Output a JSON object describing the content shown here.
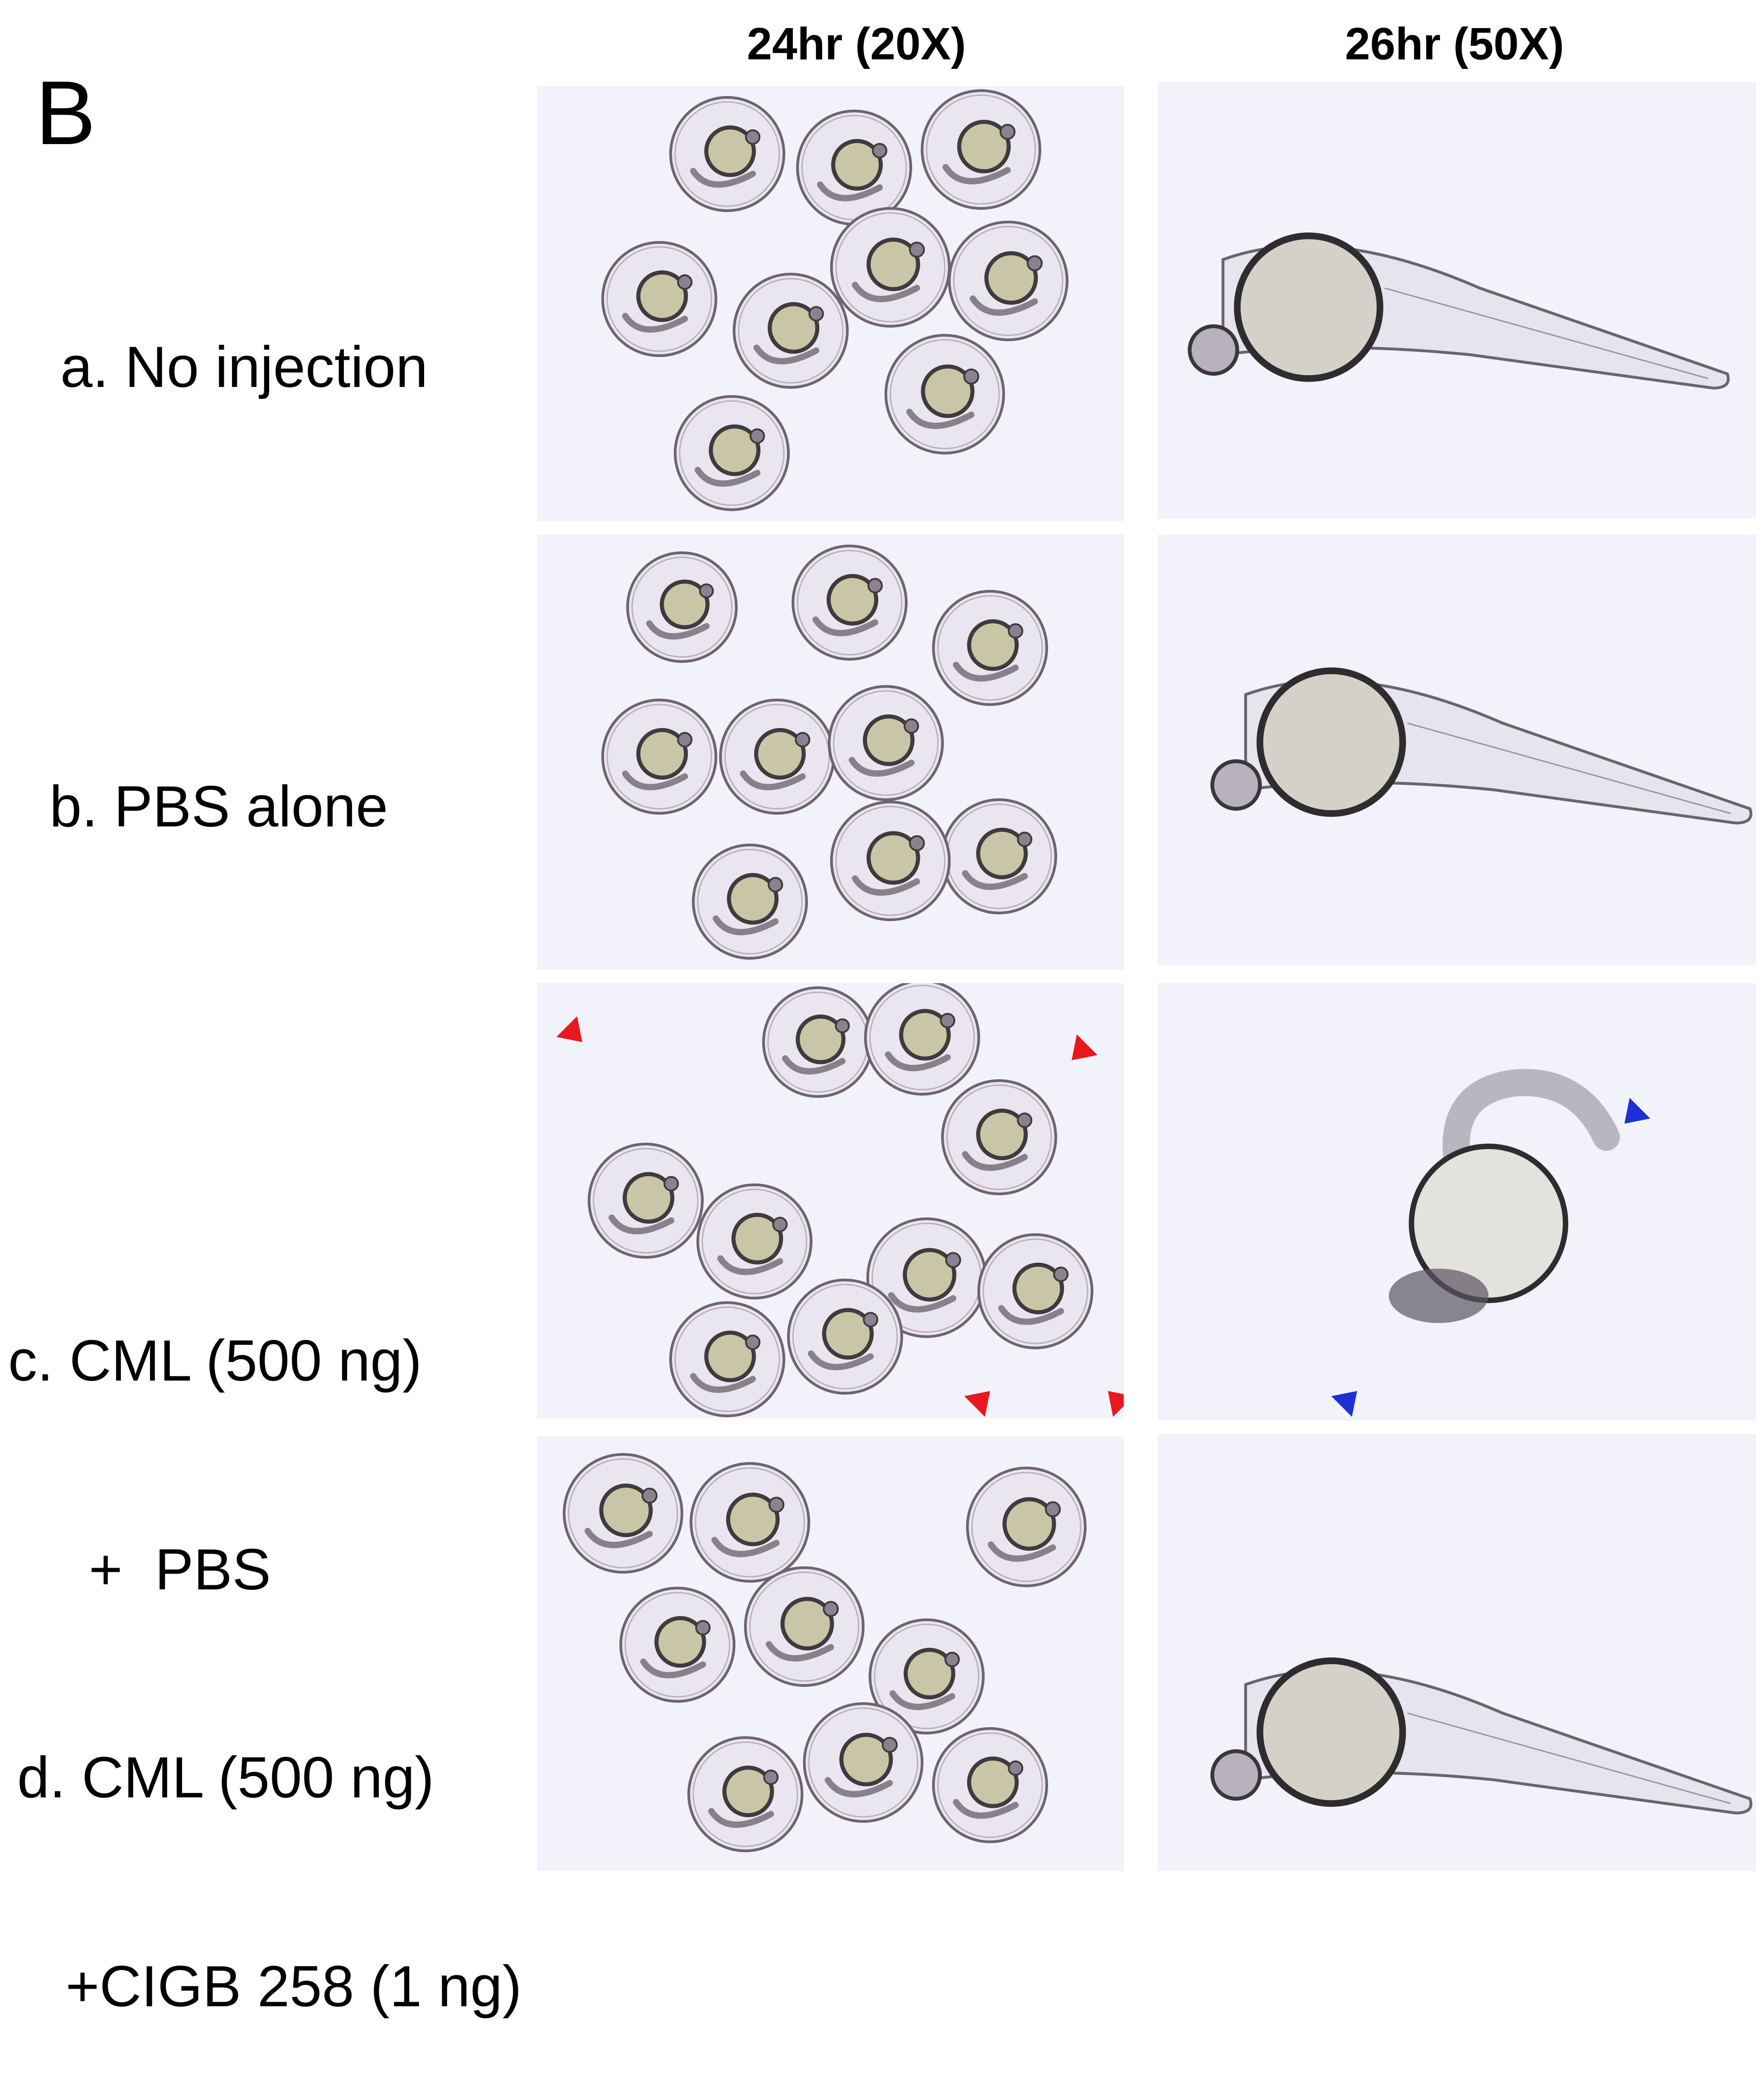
{
  "panel_letter": "B",
  "columns": [
    {
      "header": "24hr (20X)"
    },
    {
      "header": "26hr (50X)"
    }
  ],
  "rows": [
    {
      "label_lines": [
        "a. No injection"
      ]
    },
    {
      "label_lines": [
        "b. PBS alone"
      ]
    },
    {
      "label_lines": [
        "c. CML (500 ng)",
        "     +  PBS"
      ]
    },
    {
      "label_lines": [
        "d. CML (500 ng)",
        "   +CIGB 258 (1 ng)"
      ]
    }
  ],
  "marker_colors": {
    "red_arrowhead": "#e8191e",
    "blue_arrowhead": "#1f2fd6"
  }
}
